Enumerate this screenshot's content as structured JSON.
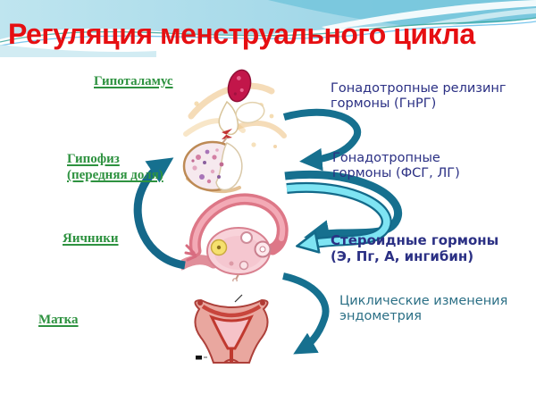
{
  "title": "Регуляция менструального цикла",
  "organ_labels": [
    {
      "id": "hypothalamus",
      "text": "Гипоталамус"
    },
    {
      "id": "pituitary",
      "text": "Гипофиз\n(передняя доля)"
    },
    {
      "id": "ovaries",
      "text": "Яичники"
    },
    {
      "id": "uterus",
      "text": "Матка"
    }
  ],
  "hormone_labels": [
    {
      "id": "gnrh",
      "text": "Гонадотропные релизинг\nгормоны (ГнРГ)"
    },
    {
      "id": "gonadotropins",
      "text": "Гонадотропные\nгормоны (ФСГ, ЛГ)"
    },
    {
      "id": "steroids",
      "text": "Стероидные гормоны\n(Э, Пг, А, ингибин)"
    },
    {
      "id": "endometrium",
      "text": "Циклические изменения\nэндометрия"
    }
  ],
  "illustrations": [
    "hypothalamus-pituitary",
    "ovary-with-fallopian-tube",
    "uterus-cross-section"
  ],
  "arrows": [
    "hypothalamus-to-pituitary-gnrh",
    "ovary-feedback-to-pituitary",
    "pituitary-to-ovary-gonadotropins-double",
    "ovary-to-uterus-steroids"
  ],
  "colors": {
    "title_red": "#e60f12",
    "organ_label_green": "#2e9240",
    "hormone_label_navy": "#2b3084",
    "endometrium_label_teal": "#2c7086",
    "arrow_dark_teal": "#16708f",
    "arrow_light_cyan": "#7ee4f3",
    "banner_light_blue": "#aadcec"
  }
}
